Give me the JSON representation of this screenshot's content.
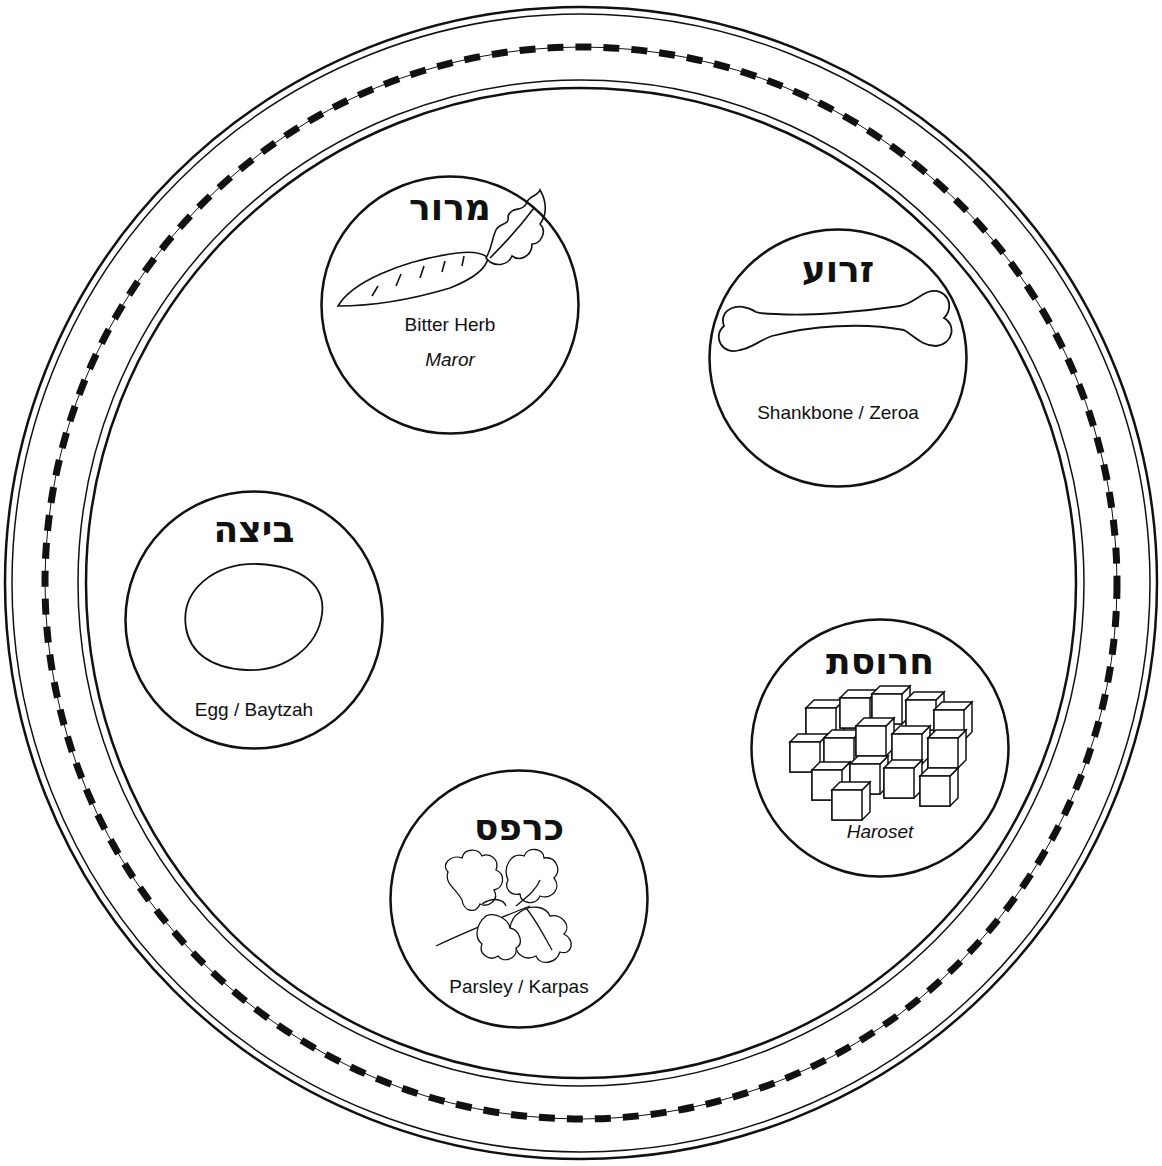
{
  "diagram": {
    "nodes": [
      {
        "text": [
          "מרור",
          "Bitter Herb",
          "Maror"
        ]
      },
      {
        "text": [
          "זרוע",
          "Shankbone / Zeroa"
        ]
      },
      {
        "text": [
          "ביצה",
          "Egg / Baytzah"
        ]
      },
      {
        "text": [
          "חרוסת",
          "Haroset"
        ]
      },
      {
        "text": [
          "כרפס",
          "Parsley / Karpas"
        ]
      }
    ]
  }
}
